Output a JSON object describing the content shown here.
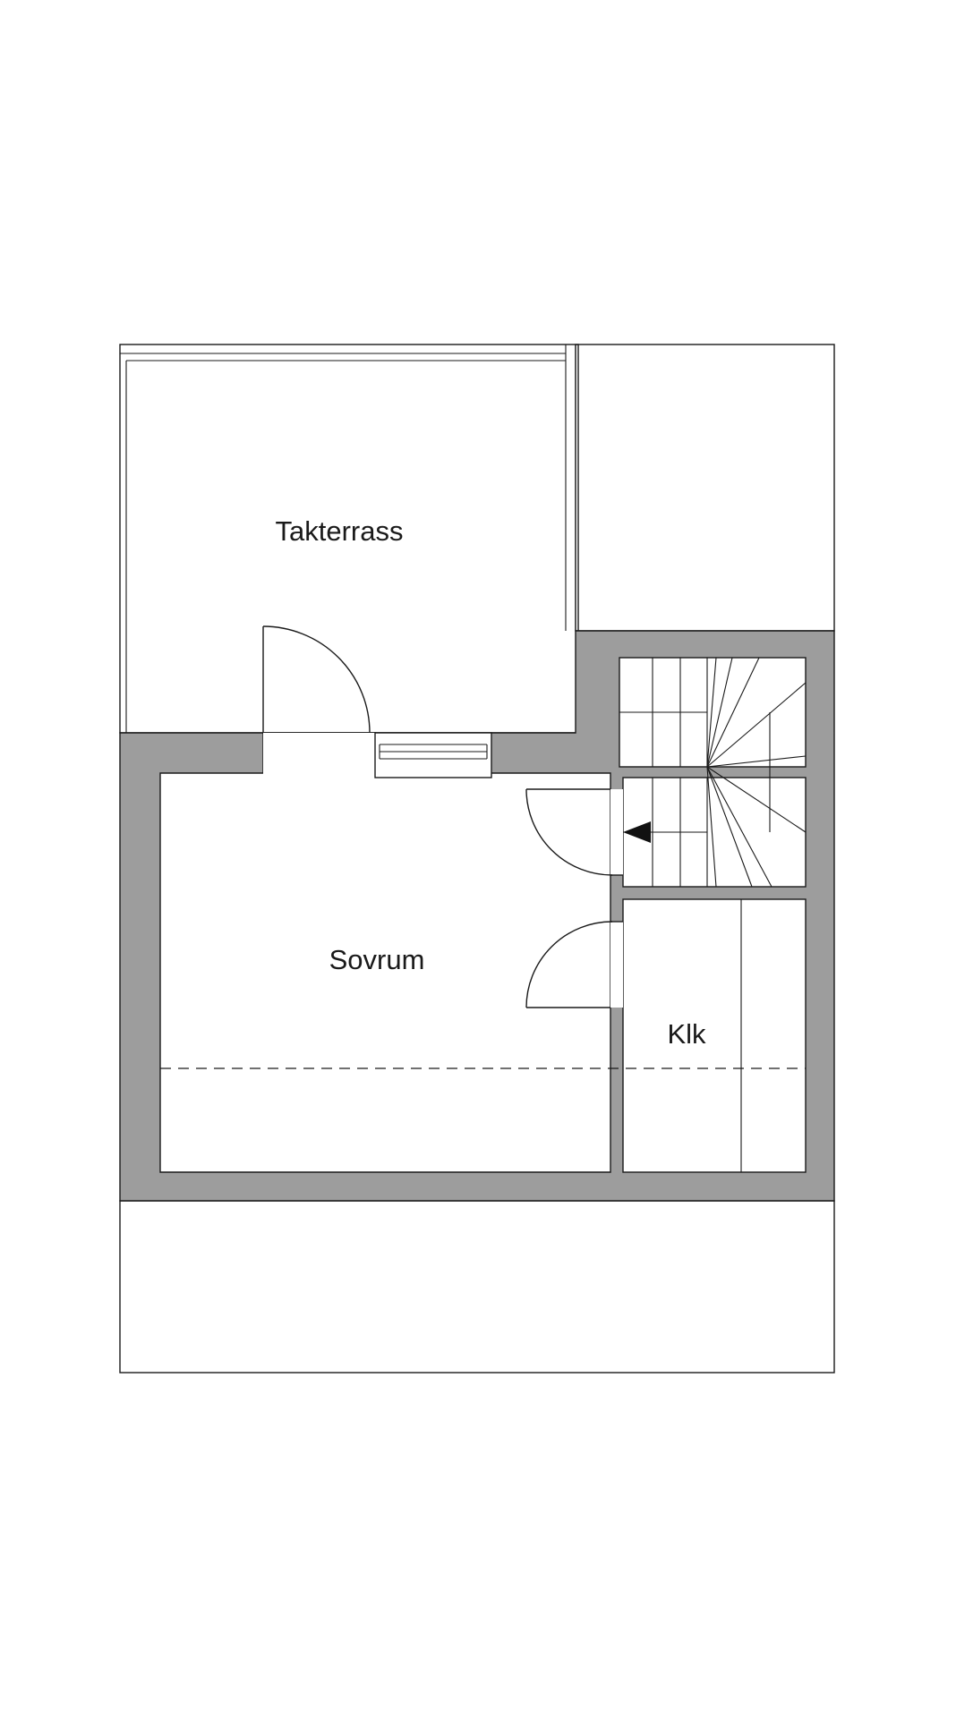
{
  "plan": {
    "rooms": {
      "terrace": "Takterrass",
      "bedroom": "Sovrum",
      "closet": "Klk"
    },
    "colors": {
      "wall": "#9d9d9d",
      "line": "#1a1a1a",
      "background": "#ffffff"
    }
  }
}
